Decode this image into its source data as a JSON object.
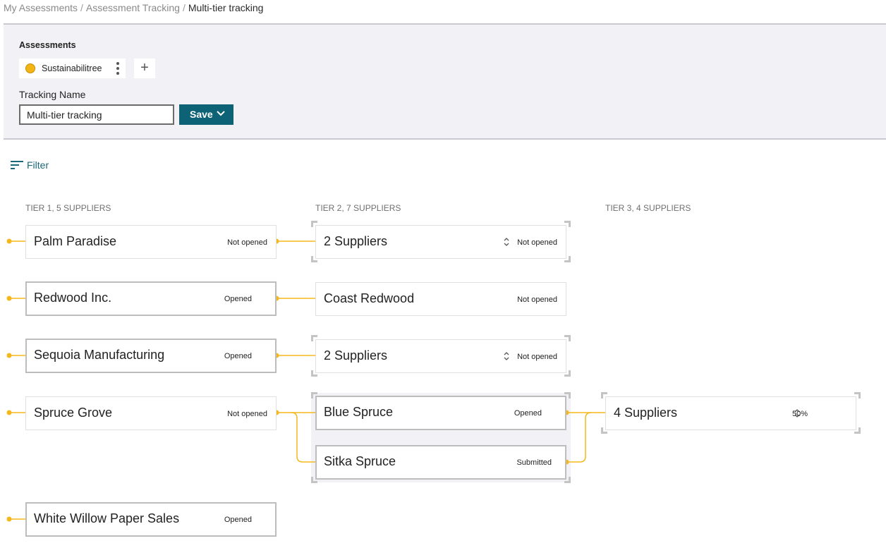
{
  "breadcrumb": {
    "items": [
      "My Assessments",
      "Assessment Tracking"
    ],
    "current": "Multi-tier tracking"
  },
  "panel": {
    "assessments_label": "Assessments",
    "chip_label": "Sustainabilitree",
    "chip_color": "#f2b515",
    "add_icon": "+",
    "tracking_name_label": "Tracking Name",
    "tracking_name_value": "Multi-tier tracking",
    "save_label": "Save"
  },
  "filter": {
    "label": "Filter"
  },
  "tiers": {
    "tier1": "TIER 1, 5 SUPPLIERS",
    "tier2": "TIER 2, 7 SUPPLIERS",
    "tier3": "TIER 3, 4 SUPPLIERS"
  },
  "tier1_cards": [
    {
      "name": "Palm Paradise",
      "status": "Not opened"
    },
    {
      "name": "Redwood Inc.",
      "status": "Opened"
    },
    {
      "name": "Sequoia Manufacturing",
      "status": "Opened"
    },
    {
      "name": "Spruce Grove",
      "status": "Not opened"
    },
    {
      "name": "White Willow Paper Sales",
      "status": "Opened"
    }
  ],
  "tier2_cards": [
    {
      "name": "2 Suppliers",
      "status": "Not opened"
    },
    {
      "name": "Coast Redwood",
      "status": "Not opened"
    },
    {
      "name": "2 Suppliers",
      "status": "Not opened"
    },
    {
      "name": "Blue Spruce",
      "status": "Opened"
    },
    {
      "name": "Sitka Spruce",
      "status": "Submitted"
    }
  ],
  "tier3_cards": [
    {
      "name": "4 Suppliers",
      "status": "50%"
    }
  ],
  "colors": {
    "connector": "#f5b81c",
    "save_button": "#0e6275",
    "filter_text": "#1b6879"
  }
}
